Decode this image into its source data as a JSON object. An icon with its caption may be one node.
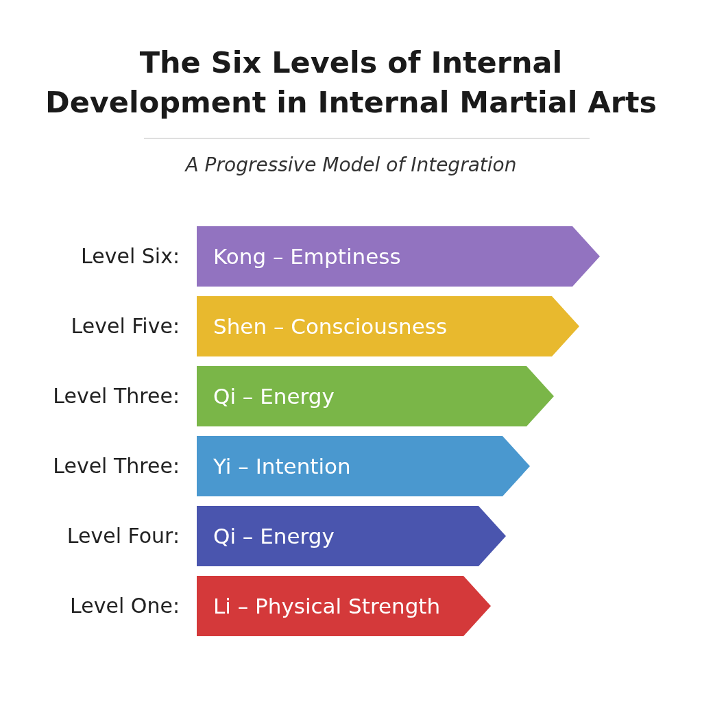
{
  "diagram": {
    "title": "The Six Levels of Internal Development in Internal Martial Arts",
    "nodes": [
      {
        "text": [
          "Kong – Emptiness"
        ],
        "beside": [
          "Level Six:"
        ]
      },
      {
        "text": [
          "Shen – Consciousness"
        ],
        "beside": [
          "Level Five:"
        ]
      },
      {
        "text": [
          "Qi – Energy"
        ],
        "beside": [
          "Level Three:"
        ]
      },
      {
        "text": [
          "Yi – Intention"
        ],
        "beside": [
          "Level Three:"
        ]
      },
      {
        "text": [
          "Qi – Energy"
        ],
        "beside": [
          "Level Four:"
        ]
      },
      {
        "text": [
          "Li – Physical Strength"
        ],
        "beside": [
          "Level One:"
        ]
      }
    ],
    "labels": [
      "A Progressive Model of Integration"
    ]
  }
}
